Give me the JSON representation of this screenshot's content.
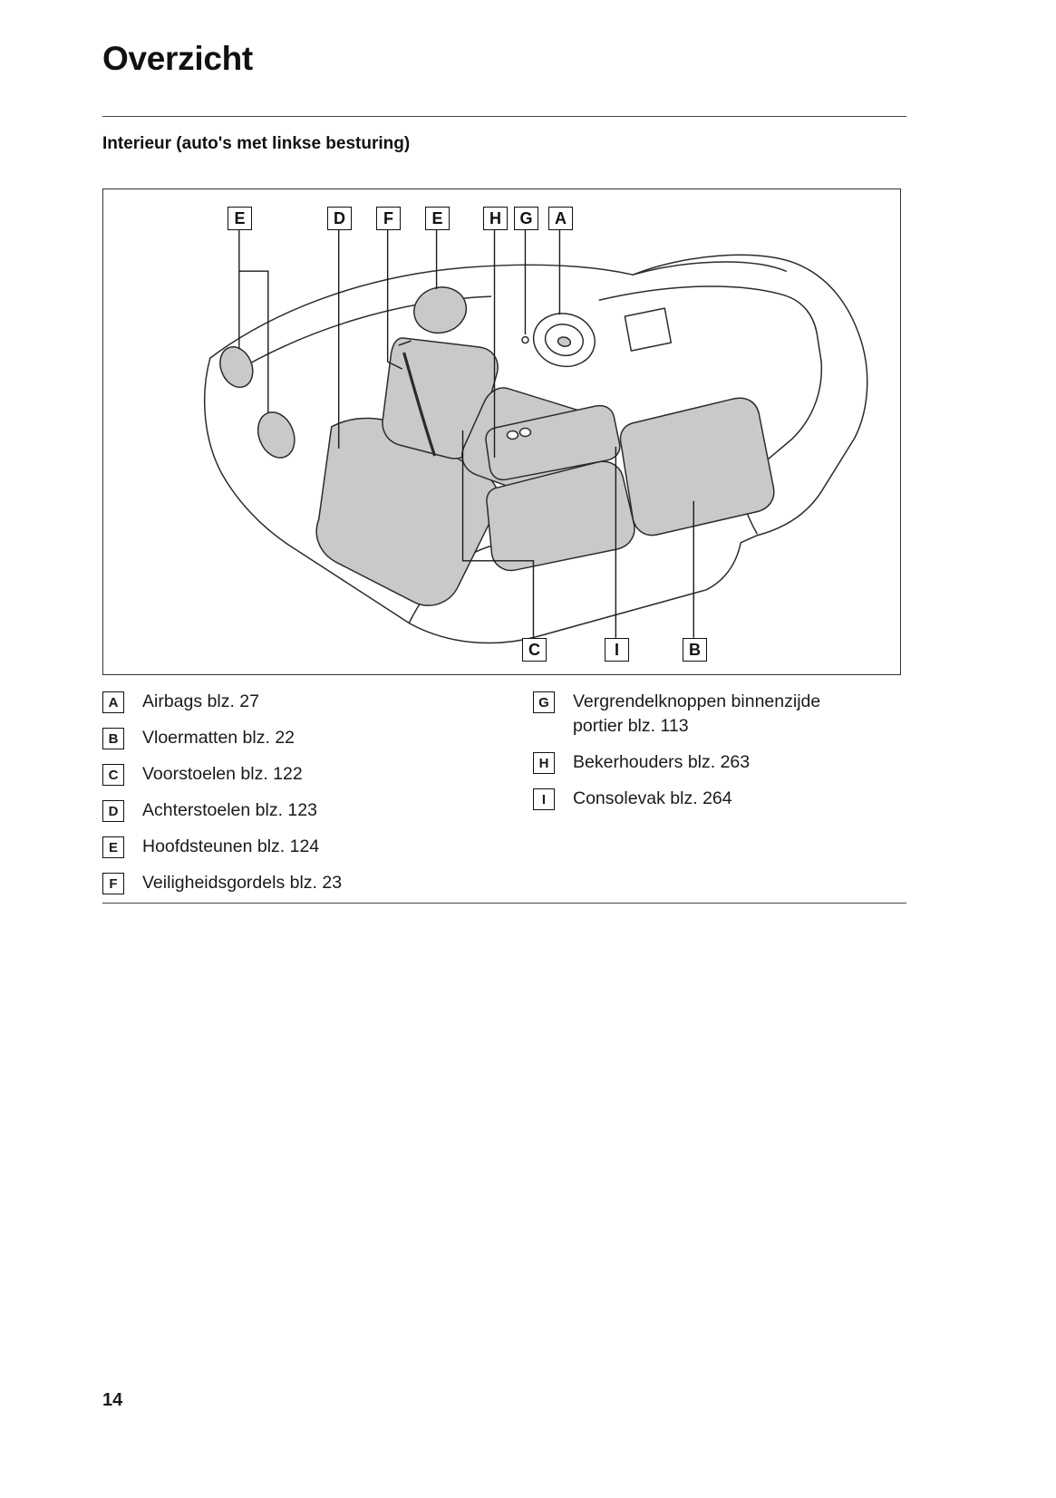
{
  "page": {
    "title": "Overzicht",
    "section_heading": "Interieur (auto's met linkse besturing)",
    "page_number": "14"
  },
  "diagram": {
    "description": "Line drawing of car interior seen from rear-left, with lettered callouts",
    "top_callouts": [
      {
        "label": "E"
      },
      {
        "label": "D"
      },
      {
        "label": "F"
      },
      {
        "label": "E"
      },
      {
        "label": "H"
      },
      {
        "label": "G"
      },
      {
        "label": "A"
      }
    ],
    "bottom_callouts": [
      {
        "label": "C"
      },
      {
        "label": "I"
      },
      {
        "label": "B"
      }
    ]
  },
  "legend": {
    "left_column": [
      {
        "key": "A",
        "text": "Airbags blz. 27"
      },
      {
        "key": "B",
        "text": "Vloermatten blz. 22"
      },
      {
        "key": "C",
        "text": "Voorstoelen blz. 122"
      },
      {
        "key": "D",
        "text": "Achterstoelen blz. 123"
      },
      {
        "key": "E",
        "text": "Hoofdsteunen blz. 124"
      },
      {
        "key": "F",
        "text": "Veiligheidsgordels blz. 23"
      }
    ],
    "right_column": [
      {
        "key": "G",
        "text": "Vergrendelknoppen binnenzijde portier blz. 113"
      },
      {
        "key": "H",
        "text": "Bekerhouders blz. 263"
      },
      {
        "key": "I",
        "text": "Consolevak blz. 264"
      }
    ]
  },
  "colors": {
    "page_background": "#ffffff",
    "text": "#1a1a1a",
    "seat_fill": "#c9c9c9",
    "outline": "#2b2b2b"
  }
}
